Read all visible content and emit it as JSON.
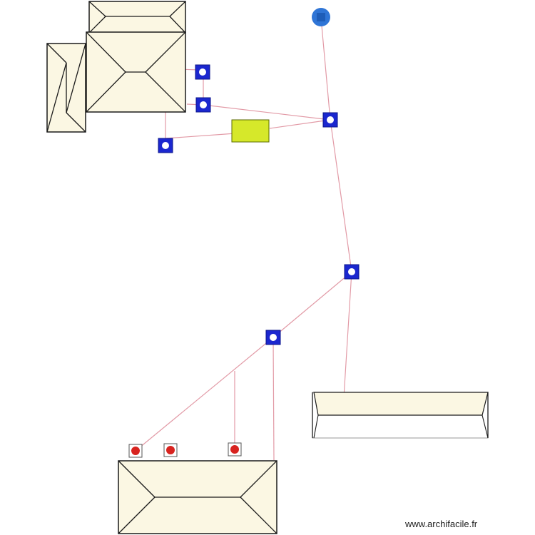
{
  "canvas": {
    "background": "#ffffff"
  },
  "colors": {
    "roof_fill": "#fbf7e3",
    "roof_stroke": "#1a1a1a",
    "pipe": "#e29aa6",
    "node_fill": "#1b27cf",
    "node_dot": "#ffffff",
    "tank_fill": "#d6e82a",
    "tank_stroke": "#5a6a00",
    "outlet_fill": "#2f75d6",
    "endpoint_fill": "#d8231f",
    "endpoint_frame": "#555555"
  },
  "legend": {
    "roof": "hip-roof-building",
    "node": "inspection-chamber-icon",
    "tank": "septic-tank",
    "outlet": "outlet-icon",
    "endpoint": "drain-point-icon"
  },
  "watermark": {
    "text": "www.archifacile.fr"
  }
}
